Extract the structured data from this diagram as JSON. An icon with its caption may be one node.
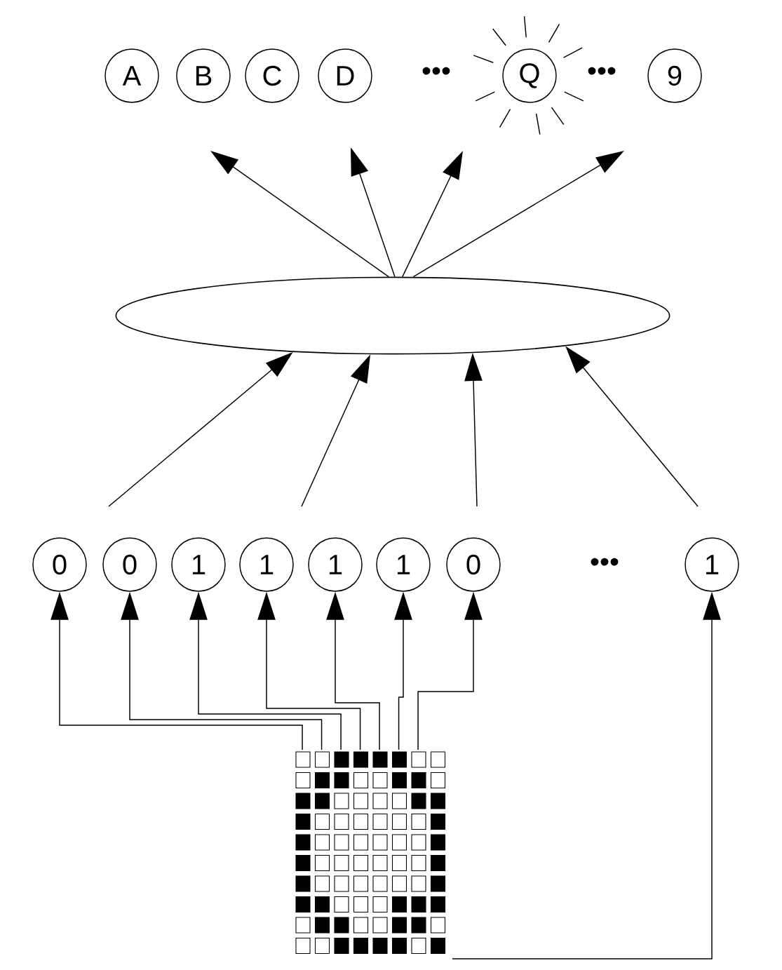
{
  "diagram": {
    "nodes": [
      {
        "text": [
          "A"
        ]
      },
      {
        "text": [
          "B"
        ]
      },
      {
        "text": [
          "C"
        ]
      },
      {
        "text": [
          "D"
        ]
      },
      {
        "text": [
          "Q"
        ]
      },
      {
        "text": [
          "9"
        ]
      },
      {
        "text": [],
        "shape": "ellipse"
      },
      {
        "text": [
          "0"
        ]
      },
      {
        "text": [
          "0"
        ]
      },
      {
        "text": [
          "1"
        ]
      },
      {
        "text": [
          "1"
        ]
      },
      {
        "text": [
          "1"
        ]
      },
      {
        "text": [
          "1"
        ]
      },
      {
        "text": [
          "0"
        ]
      },
      {
        "text": [
          "1"
        ]
      },
      {
        "text": [],
        "shape": "picture"
      }
    ],
    "edges": [
      {
        "from": 6,
        "to": null,
        "arrow": "to"
      },
      {
        "from": 6,
        "to": null,
        "arrow": "to"
      },
      {
        "from": 6,
        "to": null,
        "arrow": "to"
      },
      {
        "from": 6,
        "to": null,
        "arrow": "to"
      },
      {
        "from": null,
        "to": 6,
        "arrow": "to"
      },
      {
        "from": null,
        "to": 6,
        "arrow": "to"
      },
      {
        "from": null,
        "to": 6,
        "arrow": "to"
      },
      {
        "from": null,
        "to": 6,
        "arrow": "to"
      },
      {
        "from": 15,
        "to": 7,
        "arrow": "to"
      },
      {
        "from": 15,
        "to": 8,
        "arrow": "to"
      },
      {
        "from": 15,
        "to": 9,
        "arrow": "to"
      },
      {
        "from": 15,
        "to": 10,
        "arrow": "to"
      },
      {
        "from": 15,
        "to": 11,
        "arrow": "to"
      },
      {
        "from": 15,
        "to": 12,
        "arrow": "to"
      },
      {
        "from": 15,
        "to": 13,
        "arrow": "to"
      },
      {
        "from": 15,
        "to": 14,
        "arrow": "to"
      }
    ],
    "labels": [
      "•••",
      "•••",
      "•••"
    ]
  }
}
